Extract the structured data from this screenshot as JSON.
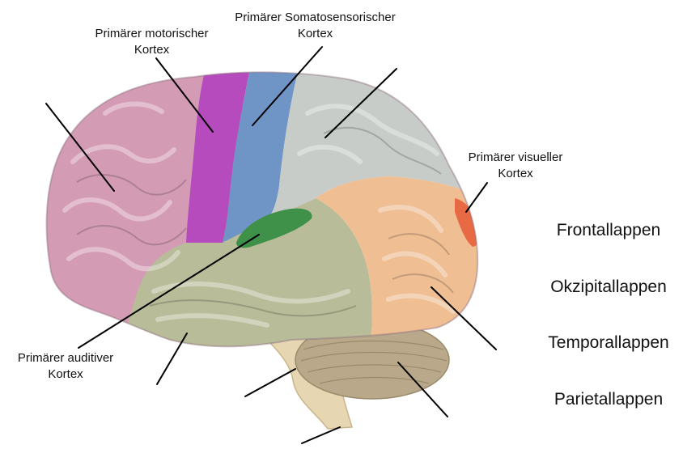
{
  "labels": {
    "motor": {
      "line1": "Primärer motorischer",
      "line2": "Kortex"
    },
    "somatosensory": {
      "line1": "Primärer Somatosensorischer",
      "line2": "Kortex"
    },
    "visual": {
      "line1": "Primärer visueller",
      "line2": "Kortex"
    },
    "auditory": {
      "line1": "Primärer auditiver",
      "line2": "Kortex"
    }
  },
  "legend": {
    "frontal": "Frontallappen",
    "occipital": "Okzipitallappen",
    "temporal": "Temporallappen",
    "parietal": "Parietallappen"
  },
  "colors": {
    "frontal": "#d39cb4",
    "motor": "#b64bbd",
    "somatosensory": "#6f95c7",
    "parietal": "#c7ccc8",
    "occipital": "#efbe93",
    "visual": "#e86a45",
    "temporal": "#b8bc98",
    "auditory": "#3f9048",
    "cerebellum": "#b9a98a",
    "brainstem": "#e7d6b2",
    "leader_line": "#000000"
  }
}
